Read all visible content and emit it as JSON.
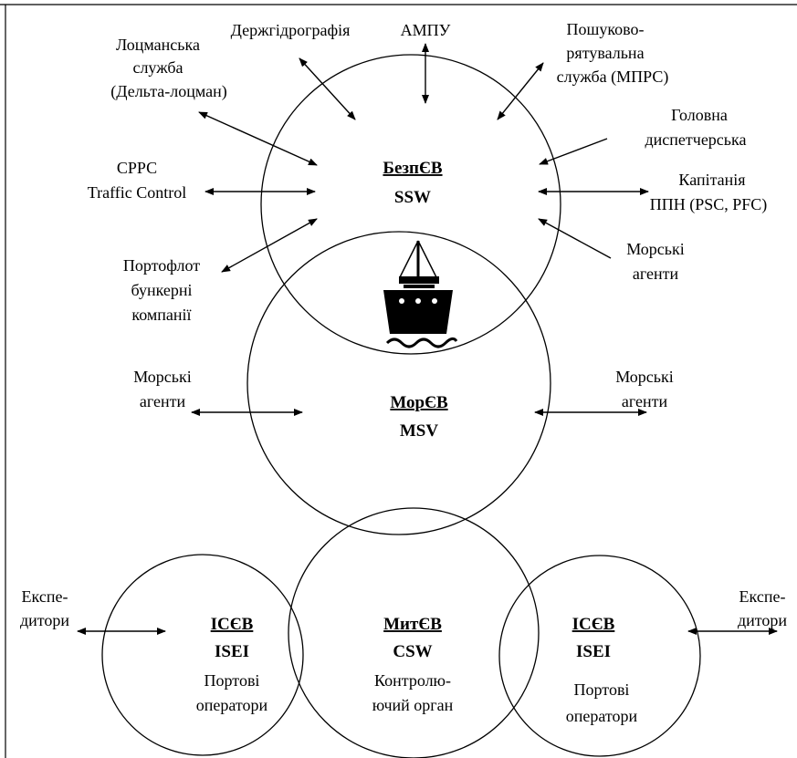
{
  "circles": {
    "ssw": {
      "title": "БезпЄВ",
      "subtitle": "SSW"
    },
    "msv": {
      "title": "МорЄВ",
      "subtitle": "MSV"
    },
    "isei_left": {
      "title": "ІСЄВ",
      "subtitle": "ISEI",
      "desc": [
        "Портові",
        "оператори"
      ]
    },
    "csw": {
      "title": "МитЄВ",
      "subtitle": "CSW",
      "desc": [
        "Контролю-",
        "ючий орган"
      ]
    },
    "isei_right": {
      "title": "ІСЄВ",
      "subtitle": "ISEI",
      "desc": [
        "Портові",
        "оператори"
      ]
    }
  },
  "actors": {
    "pilot": [
      "Лоцманська",
      "служба",
      "(Дельта-лоцман)"
    ],
    "hydrography": [
      "Держгідрографія"
    ],
    "ampu": [
      "АМПУ"
    ],
    "search_rescue": [
      "Пошуково-",
      "рятувальна",
      "служба (МПРС)"
    ],
    "dispatch": [
      "Головна",
      "диспетчерська"
    ],
    "harbour_master": [
      "Капітанія",
      "ППН (PSC, PFC)"
    ],
    "marine_agents_top": [
      "Морські",
      "агенти"
    ],
    "vts": [
      "СРРС",
      "Traffic Control"
    ],
    "port_fleet": [
      "Портофлот",
      "бункерні",
      "компанії"
    ],
    "marine_agents_left": [
      "Морські",
      "агенти"
    ],
    "marine_agents_right": [
      "Морські",
      "агенти"
    ],
    "forwarders_left": [
      "Експе-",
      "дитори"
    ],
    "forwarders_right": [
      "Експе-",
      "дитори"
    ]
  },
  "icons": {
    "ship": "ship-icon"
  }
}
